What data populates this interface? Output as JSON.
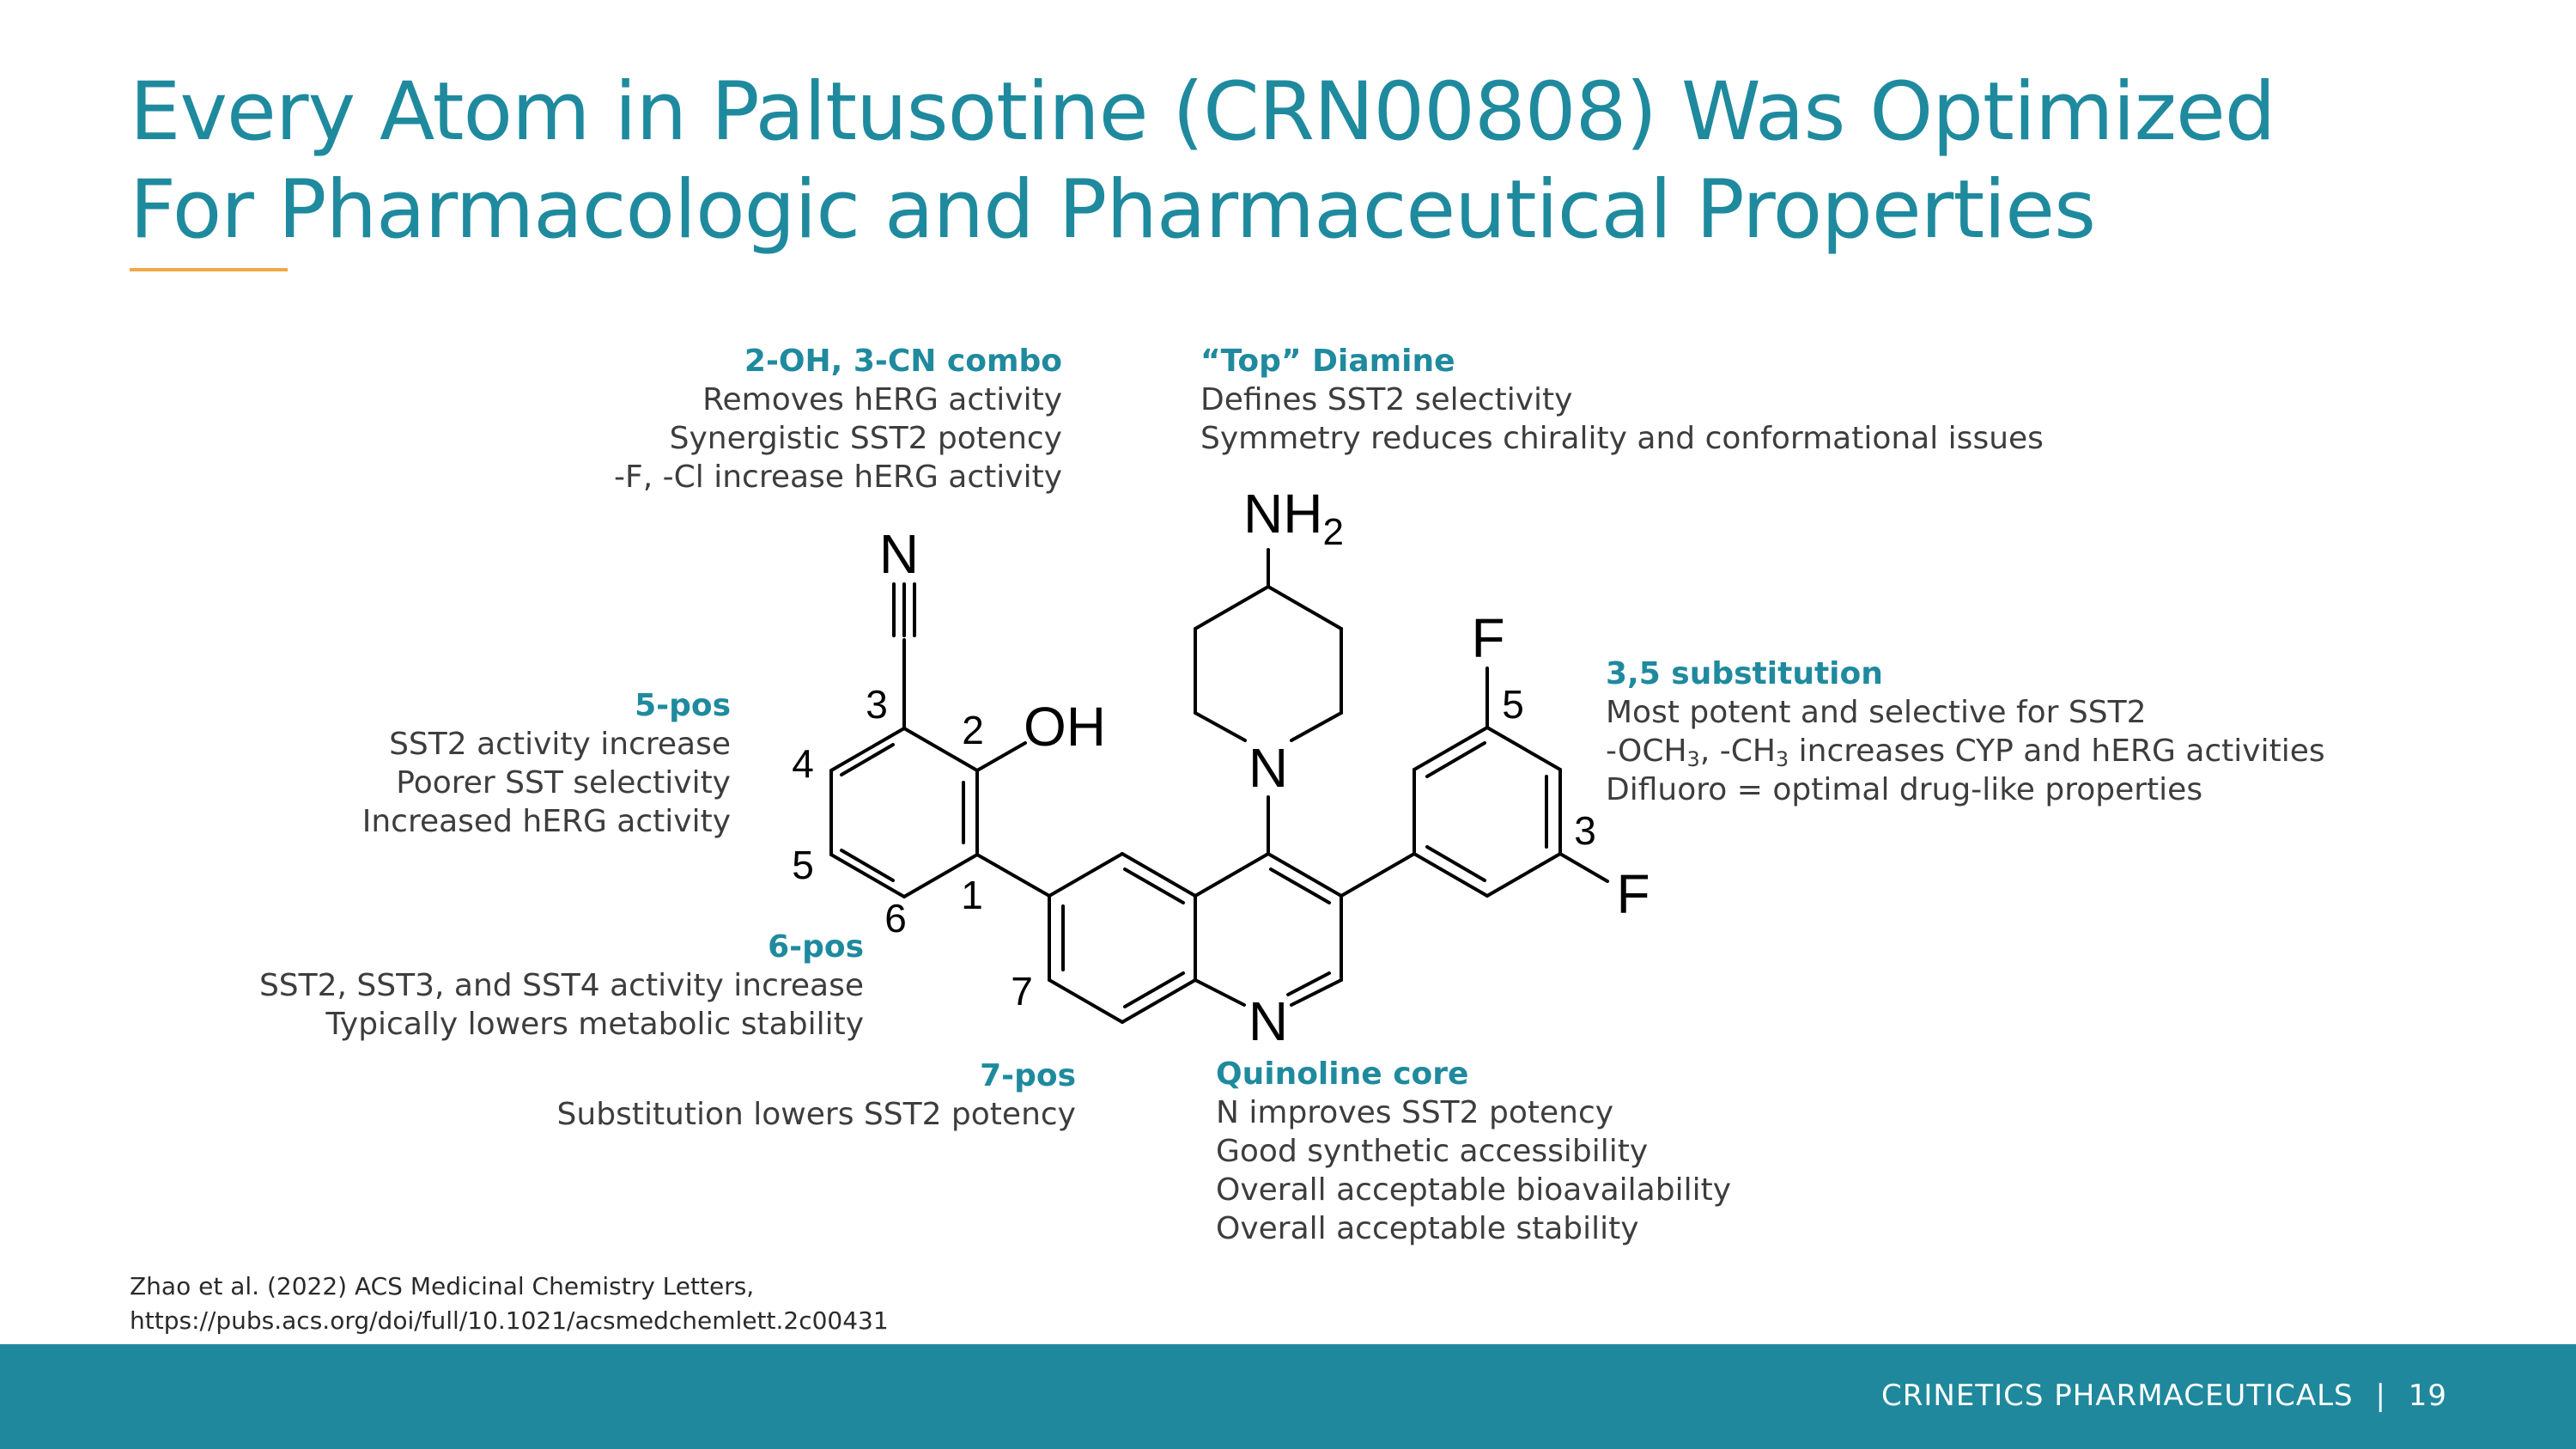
{
  "title": {
    "line1": "Every Atom in Paltusotine (CRN00808) Was Optimized",
    "line2": "For Pharmacologic and Pharmaceutical Properties"
  },
  "annotations": {
    "combo": {
      "heading": "2-OH, 3-CN combo",
      "lines": [
        "Removes hERG activity",
        "Synergistic SST2 potency",
        "-F, -Cl increase hERG activity"
      ]
    },
    "diamine": {
      "heading": "“Top” Diamine",
      "lines": [
        "Defines SST2 selectivity",
        "Symmetry reduces chirality and conformational issues"
      ]
    },
    "pos5": {
      "heading": "5-pos",
      "lines": [
        "SST2 activity increase",
        "Poorer SST selectivity",
        "Increased hERG activity"
      ]
    },
    "subst35": {
      "heading": "3,5 substitution",
      "line1": "Most potent and selective for SST2",
      "line2_a": "-OCH",
      "line2_sub1": "3",
      "line2_b": ", -CH",
      "line2_sub2": "3",
      "line2_c": " increases CYP and hERG activities",
      "line3": "Difluoro = optimal drug-like properties"
    },
    "pos6": {
      "heading": "6-pos",
      "lines": [
        "SST2, SST3, and SST4 activity increase",
        "Typically lowers metabolic stability"
      ]
    },
    "pos7": {
      "heading": "7-pos",
      "lines": [
        "Substitution lowers SST2 potency"
      ]
    },
    "quinoline": {
      "heading": "Quinoline core",
      "lines": [
        "N improves SST2 potency",
        "Good synthetic accessibility",
        "Overall acceptable bioavailability",
        "Overall acceptable stability"
      ]
    }
  },
  "molecule": {
    "atoms": {
      "nitrile_n": "N",
      "nh2": "NH",
      "nh2_sub": "2",
      "piperidine_n": "N",
      "quinoline_n": "N",
      "oh": "OH",
      "f_top": "F",
      "f_bottom": "F"
    },
    "position_numbers": {
      "p1": "1",
      "p2": "2",
      "p3": "3",
      "p4": "4",
      "p5": "5",
      "p6": "6",
      "p7": "7",
      "f5": "5",
      "f3": "3"
    }
  },
  "reference": {
    "line1": "Zhao et al. (2022) ACS Medicinal Chemistry Letters,",
    "line2": "https://pubs.acs.org/doi/full/10.1021/acsmedchemlett.2c00431"
  },
  "footer": {
    "company": "CRINETICS PHARMACEUTICALS",
    "separator": "|",
    "page": "19"
  },
  "colors": {
    "accent": "#1f8a9e",
    "footer_bg": "#1f889c",
    "underline": "#f0a845"
  }
}
